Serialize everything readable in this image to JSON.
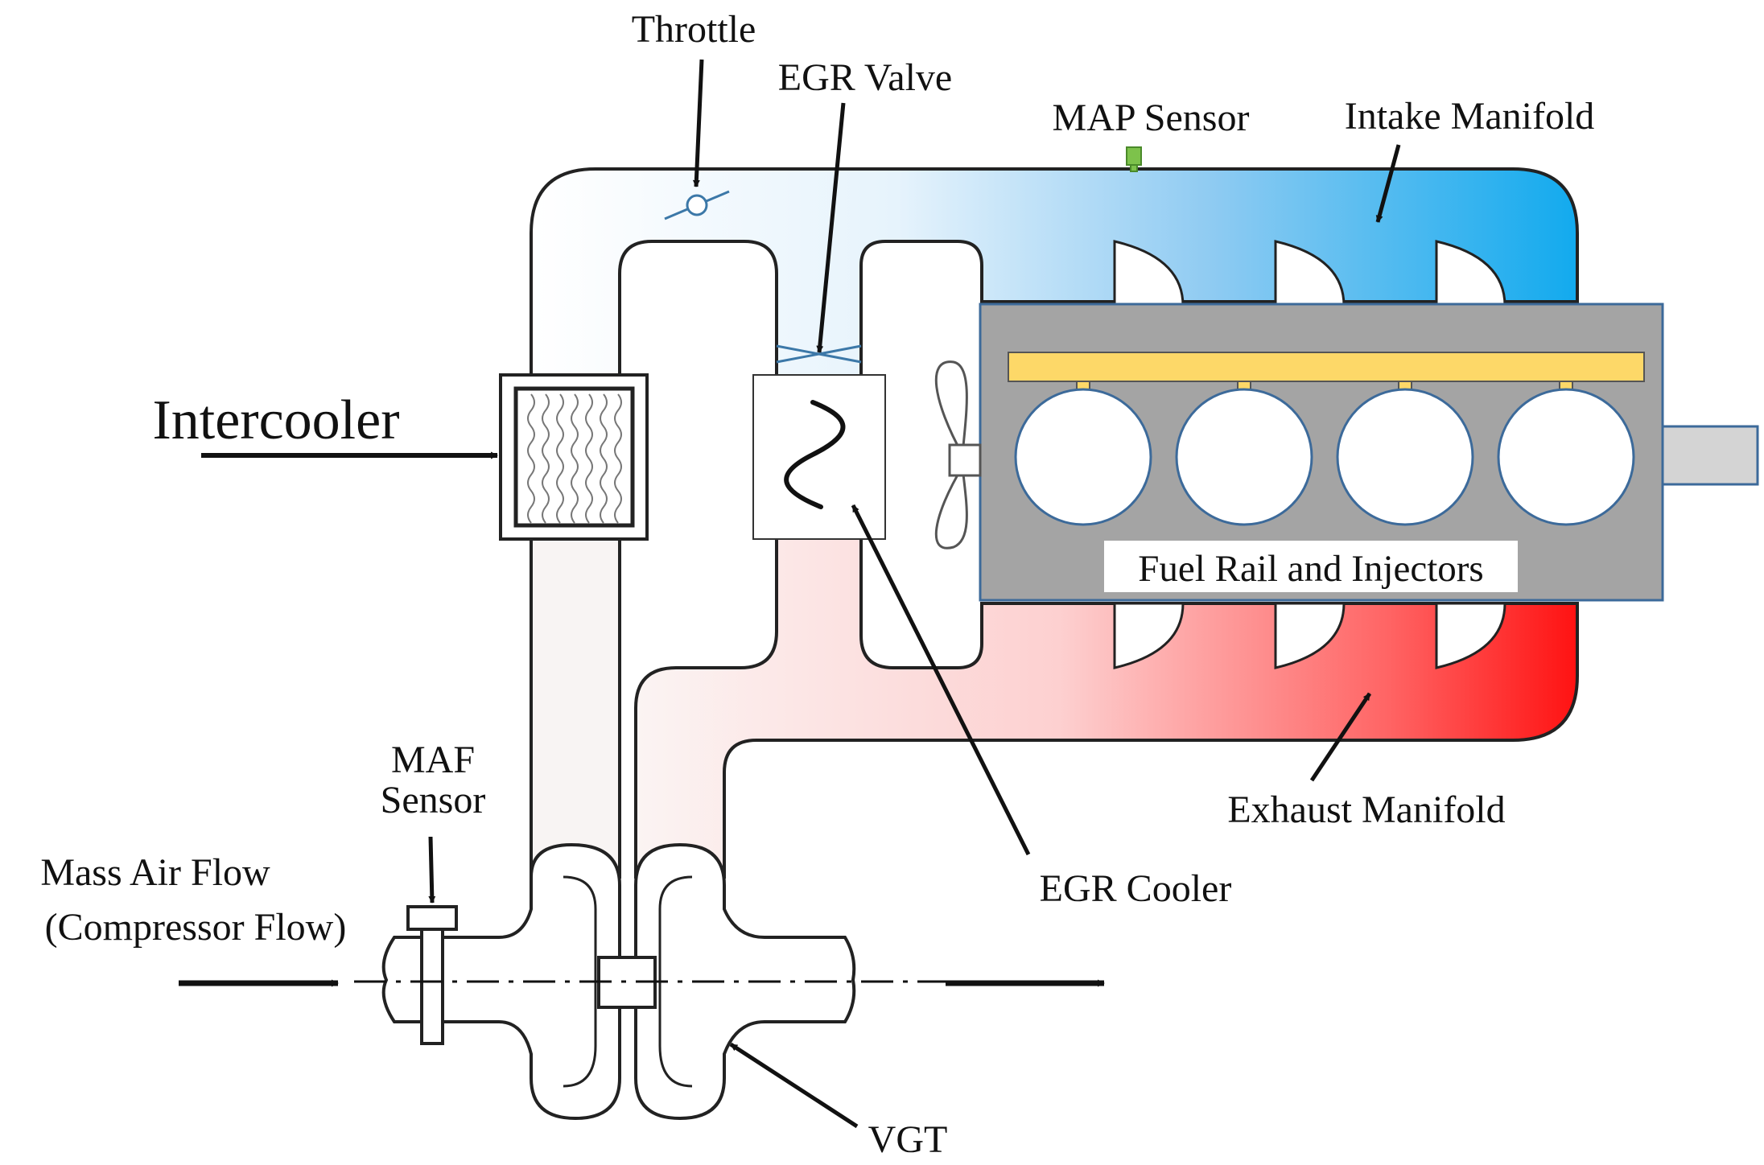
{
  "labels": {
    "throttle": "Throttle",
    "egr_valve": "EGR Valve",
    "map_sensor": "MAP Sensor",
    "intake_manifold": "Intake Manifold",
    "intercooler": "Intercooler",
    "fuel_rail": "Fuel Rail and Injectors",
    "maf_sensor_line1": "MAF",
    "maf_sensor_line2": "Sensor",
    "mass_air_flow_line1": "Mass Air Flow",
    "mass_air_flow_line2": "(Compressor Flow)",
    "exhaust_manifold": "Exhaust Manifold",
    "egr_cooler": "EGR Cooler",
    "vgt": "VGT"
  },
  "colors": {
    "intake_start": "#ffffff",
    "intake_end": "#12aaee",
    "exhaust_start": "#fbf4f3",
    "exhaust_end": "#ff1212",
    "engine_block": "#a4a4a4",
    "fuel_rail": "#fdd868",
    "map_sensor": "#7dc24b",
    "outline": "#222222",
    "valve_blue": "#3c78a8"
  }
}
